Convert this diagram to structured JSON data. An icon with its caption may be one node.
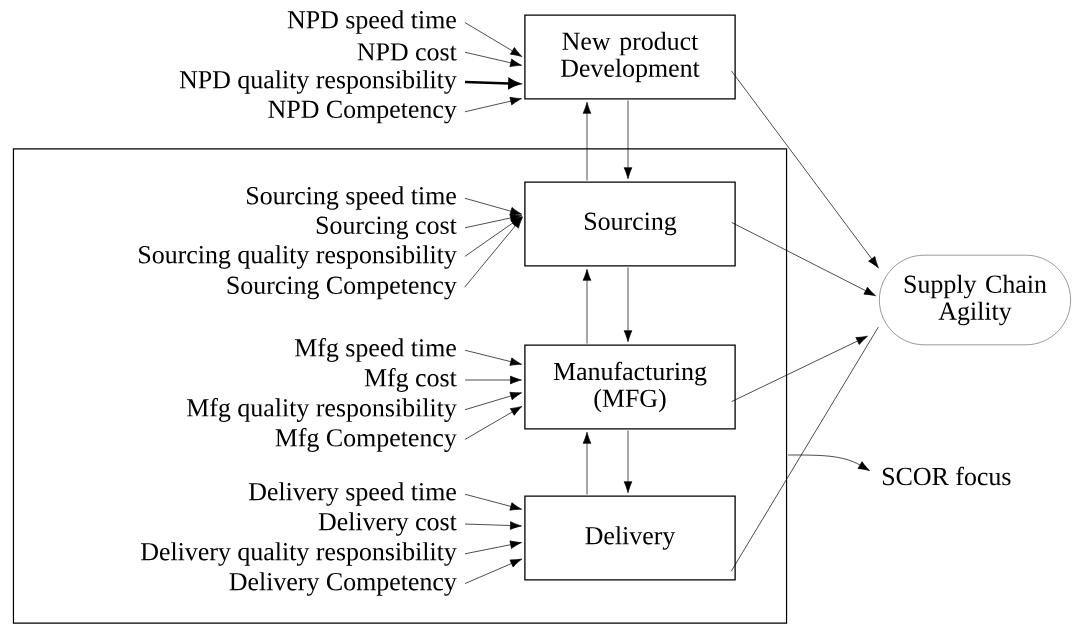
{
  "diagram": {
    "nodes": [
      {
        "text": [
          "New product Development"
        ]
      },
      {
        "text": [
          "NPD speed time"
        ]
      },
      {
        "text": [
          "NPD cost"
        ]
      },
      {
        "text": [
          "NPD quality responsibility"
        ]
      },
      {
        "text": [
          "NPD Competency"
        ]
      },
      {
        "text": [],
        "shape": "box"
      },
      {
        "text": [
          "Sourcing"
        ],
        "in": 5
      },
      {
        "text": [
          "Sourcing speed time"
        ],
        "in": 5
      },
      {
        "text": [
          "Sourcing cost"
        ],
        "in": 5
      },
      {
        "text": [
          "Sourcing quality responsibility"
        ],
        "in": 5
      },
      {
        "text": [
          "Sourcing Competency"
        ],
        "in": 5
      },
      {
        "text": [
          "Manufacturing (MFG)"
        ],
        "in": 5
      },
      {
        "text": [
          "Mfg speed time"
        ],
        "in": 5
      },
      {
        "text": [
          "Mfg cost"
        ],
        "in": 5
      },
      {
        "text": [
          "Mfg quality responsibility"
        ],
        "in": 5
      },
      {
        "text": [
          "Mfg Competency"
        ],
        "in": 5
      },
      {
        "text": [
          "Delivery"
        ],
        "in": 5
      },
      {
        "text": [
          "Delivery speed time"
        ],
        "in": 5
      },
      {
        "text": [
          "Delivery cost"
        ],
        "in": 5
      },
      {
        "text": [
          "Delivery quality responsibility"
        ],
        "in": 5
      },
      {
        "text": [
          "Delivery Competency"
        ],
        "in": 5
      },
      {
        "text": [
          "Supply Chain Agility"
        ]
      },
      {
        "text": [
          "SCOR focus"
        ]
      }
    ],
    "edges": [
      {
        "from": 1,
        "to": 0,
        "arrow": "to"
      },
      {
        "from": 2,
        "to": 0,
        "arrow": "to"
      },
      {
        "from": 3,
        "to": 0,
        "arrow": "to",
        "style": "thick"
      },
      {
        "from": 4,
        "to": 0,
        "arrow": "to"
      },
      {
        "from": 7,
        "to": 6,
        "arrow": "to"
      },
      {
        "from": 8,
        "to": 6,
        "arrow": "to"
      },
      {
        "from": 9,
        "to": 6,
        "arrow": "to"
      },
      {
        "from": 10,
        "to": 6,
        "arrow": "to"
      },
      {
        "from": 12,
        "to": 11,
        "arrow": "to"
      },
      {
        "from": 13,
        "to": 11,
        "arrow": "to"
      },
      {
        "from": 14,
        "to": 11,
        "arrow": "to"
      },
      {
        "from": 15,
        "to": 11,
        "arrow": "to"
      },
      {
        "from": 17,
        "to": 16,
        "arrow": "to"
      },
      {
        "from": 18,
        "to": 16,
        "arrow": "to"
      },
      {
        "from": 19,
        "to": 16,
        "arrow": "to"
      },
      {
        "from": 20,
        "to": 16,
        "arrow": "to"
      },
      {
        "from": 6,
        "to": 0,
        "arrow": "to"
      },
      {
        "from": 0,
        "to": 6,
        "arrow": "to"
      },
      {
        "from": 11,
        "to": 6,
        "arrow": "to"
      },
      {
        "from": 6,
        "to": 11,
        "arrow": "to"
      },
      {
        "from": 16,
        "to": 11,
        "arrow": "to"
      },
      {
        "from": 11,
        "to": 16,
        "arrow": "to"
      },
      {
        "from": 0,
        "to": 21,
        "arrow": "to"
      },
      {
        "from": 6,
        "to": 21,
        "arrow": "to"
      },
      {
        "from": 11,
        "to": 21,
        "arrow": "to"
      },
      {
        "from": 16,
        "to": 21,
        "arrow": "none"
      },
      {
        "from": 5,
        "to": 22,
        "arrow": "to"
      }
    ]
  }
}
